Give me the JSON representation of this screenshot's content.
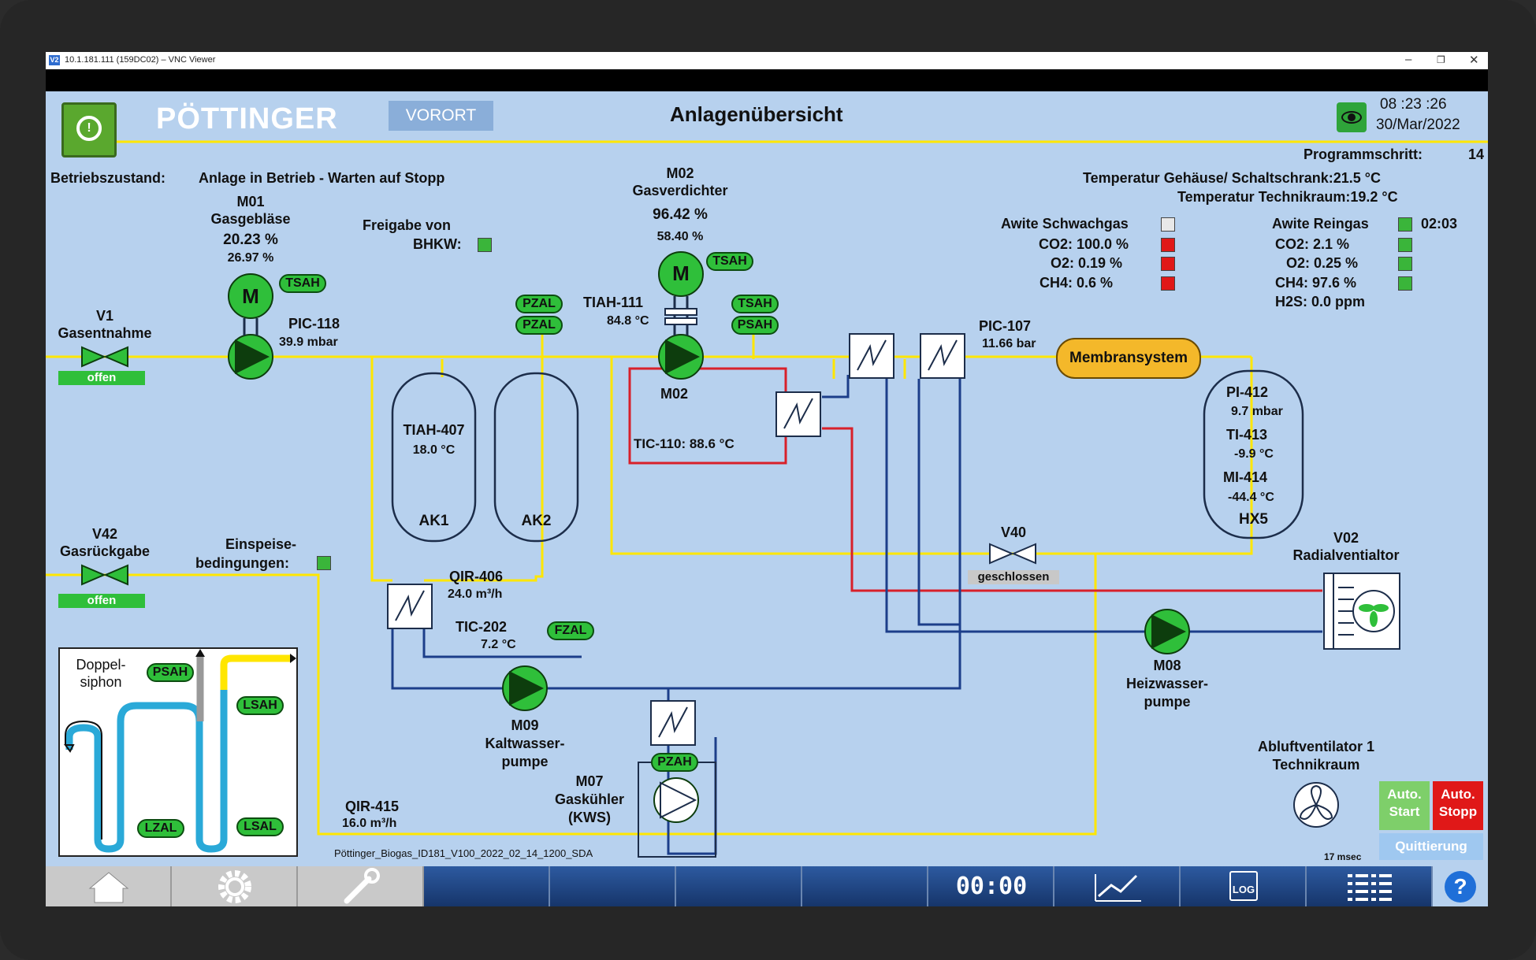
{
  "window": {
    "title": "10.1.181.111 (159DC02) – VNC Viewer",
    "icon": "vnc-icon"
  },
  "header": {
    "brand": "PÖTTINGER",
    "mode": "VORORT",
    "title": "Anlagenübersicht",
    "time": "08 :23 :26",
    "date": "30/Mar/2022",
    "alarm_icon": "alarm-bell-icon",
    "view_icon": "eye-icon"
  },
  "status": {
    "label": "Betriebszustand:",
    "value": "Anlage in Betrieb - Warten auf Stopp"
  },
  "program": {
    "label": "Programmschritt:",
    "value": "14"
  },
  "temps": {
    "housing": "Temperatur Gehäuse/ Schaltschrank:21.5 °C",
    "room": "Temperatur Technikraum:19.2 °C"
  },
  "awite_weak": {
    "title": "Awite Schwachgas",
    "co2": "CO2: 100.0 %",
    "o2": "O2: 0.19 %",
    "ch4": "CH4: 0.6 %"
  },
  "awite_pure": {
    "title": "Awite Reingas",
    "time": "02:03",
    "co2": "CO2: 2.1 %",
    "o2": "O2: 0.25 %",
    "ch4": "CH4: 97.6 %",
    "h2s": "H2S: 0.0 ppm"
  },
  "m01": {
    "id": "M01",
    "name": "Gasgebläse",
    "pct1": "20.23 %",
    "pct2": "26.97 %",
    "tsah": "TSAH",
    "motor": "M"
  },
  "pic118": {
    "id": "PIC-118",
    "value": "39.9 mbar"
  },
  "v1": {
    "id": "V1",
    "name": "Gasentnahme",
    "state": "offen"
  },
  "v42": {
    "id": "V42",
    "name": "Gasrückgabe",
    "state": "offen"
  },
  "bhkw": {
    "line1": "Freigabe von",
    "line2": "BHKW:"
  },
  "einspeise": {
    "line1": "Einspeise-",
    "line2": "bedingungen:"
  },
  "m02": {
    "id": "M02",
    "name": "Gasverdichter",
    "pct1": "96.42 %",
    "pct2": "58.40 %",
    "tsah": "TSAH",
    "tsah2": "TSAH",
    "psah": "PSAH",
    "label": "M02",
    "motor": "M"
  },
  "pzal": {
    "a": "PZAL",
    "b": "PZAL"
  },
  "tiah111": {
    "id": "TIAH-111",
    "value": "84.8 °C"
  },
  "tic110": {
    "text": "TIC-110:  88.6 °C"
  },
  "ak1": {
    "id": "TIAH-407",
    "value": "18.0 °C",
    "name": "AK1"
  },
  "ak2": {
    "name": "AK2"
  },
  "pic107": {
    "id": "PIC-107",
    "value": "11.66 bar"
  },
  "membran": {
    "label": "Membransystem"
  },
  "hx5": {
    "pi": "PI-412",
    "pi_val": "9.7 mbar",
    "ti": "TI-413",
    "ti_val": "-9.9 °C",
    "mi": "MI-414",
    "mi_val": "-44.4 °C",
    "name": "HX5"
  },
  "v40": {
    "id": "V40",
    "state": "geschlossen"
  },
  "v02": {
    "id": "V02",
    "name": "Radialventialtor"
  },
  "qir406": {
    "id": "QIR-406",
    "value": "24.0 m³/h"
  },
  "tic202": {
    "id": "TIC-202",
    "value": "7.2 °C",
    "fzal": "FZAL"
  },
  "m09": {
    "id": "M09",
    "name1": "Kaltwasser-",
    "name2": "pumpe"
  },
  "m07": {
    "id": "M07",
    "name1": "Gaskühler",
    "name2": "(KWS)",
    "pzah": "PZAH"
  },
  "m08": {
    "id": "M08",
    "name1": "Heizwasser-",
    "name2": "pumpe"
  },
  "siphon": {
    "title1": "Doppel-",
    "title2": "siphon",
    "psah": "PSAH",
    "lsah": "LSAH",
    "lzal": "LZAL",
    "lsal": "LSAL"
  },
  "qir415": {
    "id": "QIR-415",
    "value": "16.0 m³/h"
  },
  "exhaust": {
    "line1": "Abluftventilator 1",
    "line2": "Technikraum",
    "msec": "17 msec"
  },
  "auto": {
    "start": "Auto. Start",
    "stop": "Auto. Stopp",
    "quit": "Quittierung"
  },
  "footer": {
    "version": "Pöttinger_Biogas_ID181_V100_2022_02_14_1200_SDA"
  },
  "nav": {
    "timer": "00:00",
    "log": "LOG",
    "help": "?",
    "home_icon": "home-icon",
    "settings_icon": "gear-icon",
    "tools_icon": "wrench-icon",
    "trend_icon": "trend-chart-icon",
    "list_icon": "list-icon"
  },
  "colors": {
    "gas_line": "#ffe600",
    "hot_line": "#d8202a",
    "cold_line": "#1c3e8a",
    "ok": "#2fbf3a",
    "alarm": "#e01818",
    "screen_bg": "#b7d1ee"
  }
}
